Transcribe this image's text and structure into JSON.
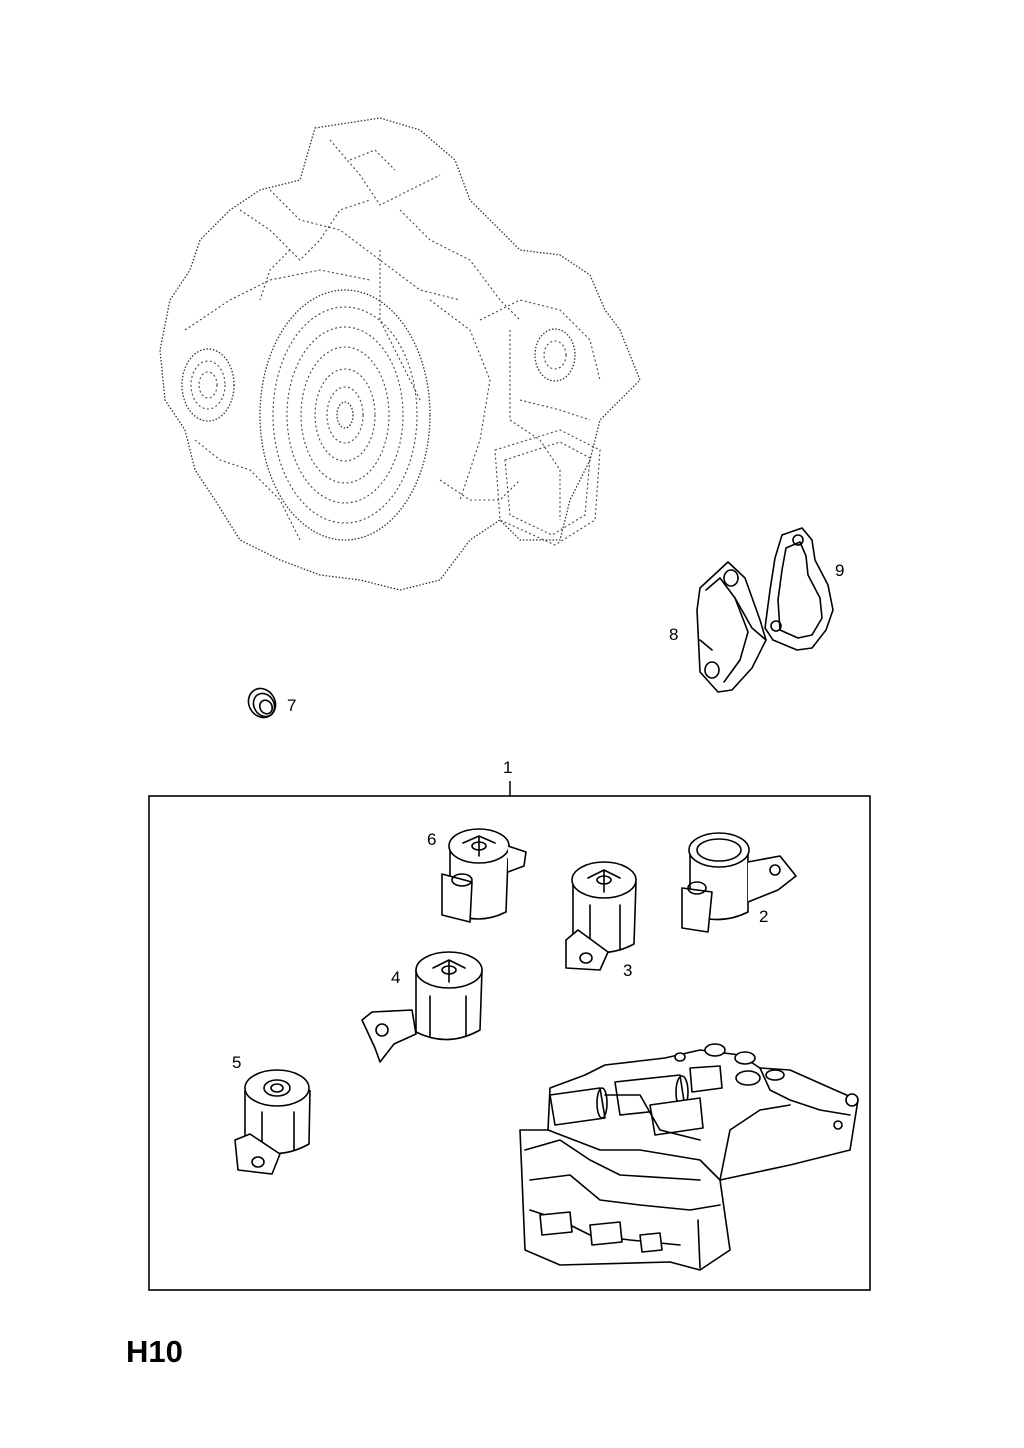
{
  "diagram": {
    "code": "H10",
    "callouts": {
      "c1": "1",
      "c2": "2",
      "c3": "3",
      "c4": "4",
      "c5": "5",
      "c6": "6",
      "c7": "7",
      "c8": "8",
      "c9": "9"
    }
  }
}
